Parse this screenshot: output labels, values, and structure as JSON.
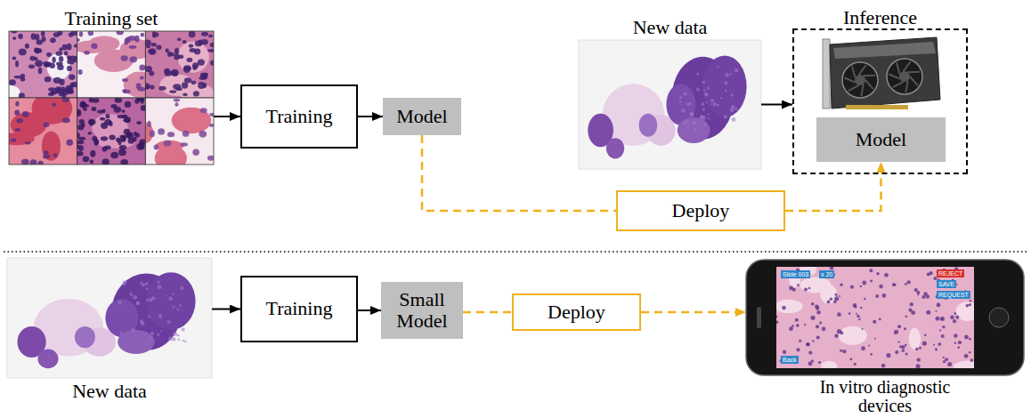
{
  "diagram": {
    "nodes": [
      {
        "text": [
          "Training set"
        ]
      },
      {
        "text": [
          "Training"
        ]
      },
      {
        "text": [
          "Model"
        ]
      },
      {
        "text": [
          "New data"
        ]
      },
      {
        "text": [
          "Inference"
        ]
      },
      {
        "text": [
          "Model"
        ],
        "in": 4
      },
      {
        "text": [
          "Deploy"
        ]
      },
      {
        "text": [
          "New data"
        ]
      },
      {
        "text": [
          "Training"
        ]
      },
      {
        "text": [
          "Small Model"
        ]
      },
      {
        "text": [
          "Deploy"
        ]
      },
      {
        "text": [
          "In vitro diagnostic devices"
        ]
      }
    ],
    "edges": [
      {
        "from": 0,
        "to": 1,
        "arrow": "to"
      },
      {
        "from": 1,
        "to": 2,
        "arrow": "to"
      },
      {
        "from": 3,
        "to": 4,
        "arrow": "to"
      },
      {
        "from": 2,
        "to": 6,
        "arrow": "none"
      },
      {
        "from": 6,
        "to": 5,
        "arrow": "to"
      },
      {
        "from": 7,
        "to": 8,
        "arrow": "to"
      },
      {
        "from": 8,
        "to": 9,
        "arrow": "to"
      },
      {
        "from": 9,
        "to": 10,
        "arrow": "none"
      },
      {
        "from": 10,
        "to": 11,
        "arrow": "to"
      }
    ],
    "labels": [
      "Slide 003",
      "x 20",
      "REJECT",
      "SAVE",
      "REQUEST",
      "Back"
    ]
  }
}
